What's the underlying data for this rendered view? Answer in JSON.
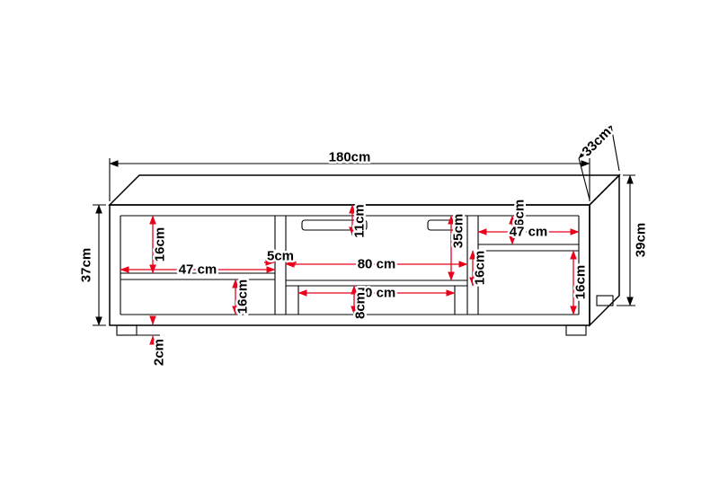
{
  "diagram": {
    "name": "tv-bench-dimension-diagram",
    "unit": "cm",
    "colors": {
      "background": "#ffffff",
      "outline": "#000000",
      "dimension_line": "#e8001c",
      "label_text": "#000000"
    },
    "labels": {
      "total_width": "180cm",
      "total_depth": "33cm",
      "total_height": "39cm",
      "front_height": "37cm",
      "left_upper_clearance": "16cm",
      "left_compartment_width": "47 cm",
      "divider_thickness": "5cm",
      "top_rail_height": "11cm",
      "middle_niche_width": "80 cm",
      "middle_niche_height": "35cm",
      "middle_right_clearance": "16cm",
      "lower_niche_width": "70 cm",
      "lower_niche_height": "8cm",
      "left_lower_clearance": "16cm",
      "foot_height": "2cm",
      "right_upper_clearance": "16cm",
      "right_compartment_width": "47 cm",
      "right_lower_clearance": "16cm"
    }
  }
}
